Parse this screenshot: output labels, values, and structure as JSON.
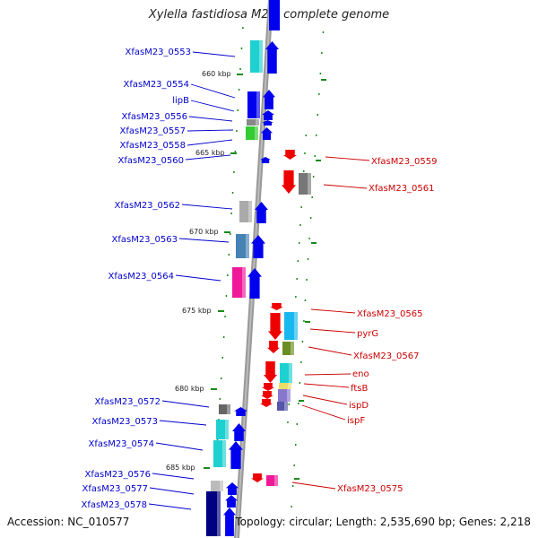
{
  "title": "Xylella fastidiosa M23, complete genome",
  "footer": {
    "accession": "Accession: NC_010577",
    "summary": "Topology: circular; Length: 2,535,690 bp; Genes: 2,218"
  },
  "kbp_labels": [
    "660 kbp",
    "665 kbp",
    "670 kbp",
    "675 kbp",
    "680 kbp",
    "685 kbp"
  ],
  "left_labels": [
    "XfasM23_0553",
    "XfasM23_0554",
    "lipB",
    "XfasM23_0556",
    "XfasM23_0557",
    "XfasM23_0558",
    "XfasM23_0560",
    "XfasM23_0562",
    "XfasM23_0563",
    "XfasM23_0564",
    "XfasM23_0572",
    "XfasM23_0573",
    "XfasM23_0574",
    "XfasM23_0576",
    "XfasM23_0577",
    "XfasM23_0578"
  ],
  "right_labels": [
    "XfasM23_0559",
    "XfasM23_0561",
    "XfasM23_0565",
    "pyrG",
    "XfasM23_0567",
    "eno",
    "ftsB",
    "ispD",
    "ispF",
    "XfasM23_0575"
  ],
  "colors": {
    "forward_strand": "#0000ee",
    "reverse_strand": "#ee0000",
    "backbone": "#999999",
    "tick": "#1a8a1a",
    "left_label": "#0000cc",
    "right_label": "#cc0000"
  }
}
